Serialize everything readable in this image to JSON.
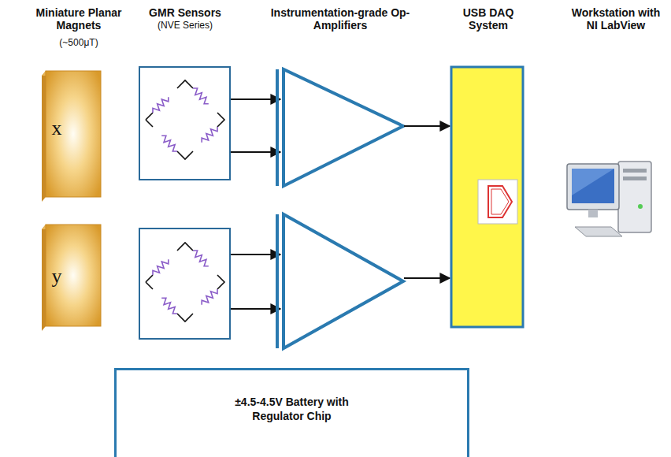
{
  "diagram": {
    "nodes": [
      {
        "text": [
          "±4.5-4.5V Battery with Regulator Chip"
        ]
      }
    ],
    "labels": [
      "Miniature Planar Magnets",
      "(~500μT)",
      "GMR Sensors",
      "(NVE Series)",
      "Instrumentation-grade Op-Amplifiers",
      "USB DAQ System",
      "Workstation with NI LabView",
      "x",
      "y"
    ]
  }
}
